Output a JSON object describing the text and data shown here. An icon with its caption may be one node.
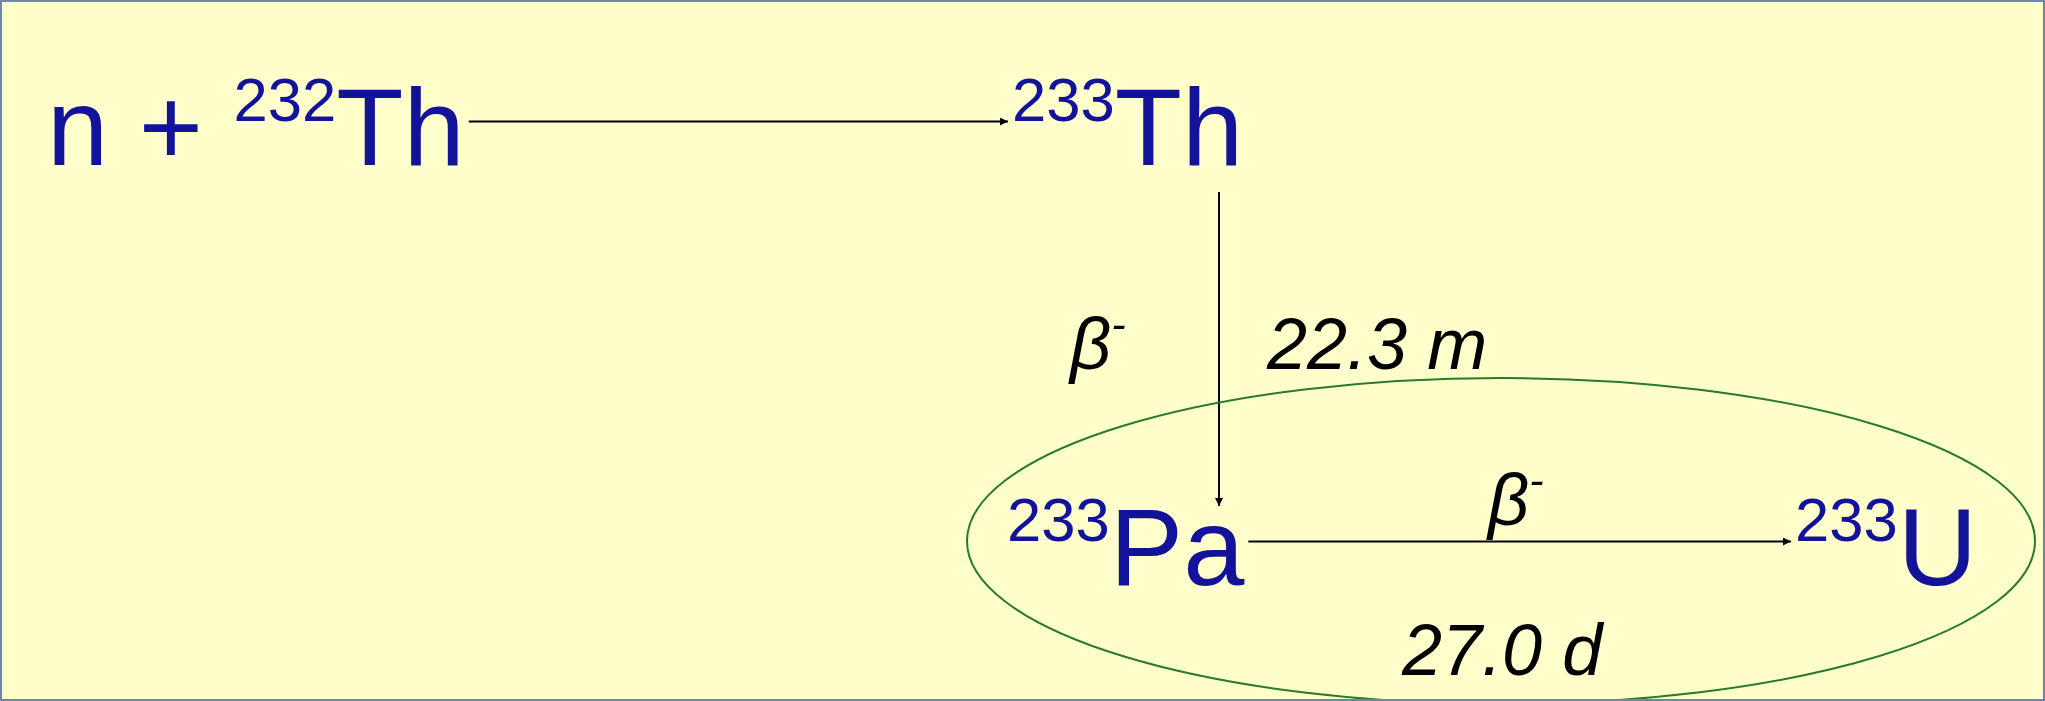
{
  "diagram": {
    "nodes": [
      {
        "text": [
          "n + $^{232}$Th"
        ]
      },
      {
        "text": [
          "$^{233}$Th"
        ],
        "beside": [
          "22.3 m"
        ]
      },
      {
        "text": [],
        "shape": "ellipse"
      },
      {
        "text": [
          "$^{233}$Pa"
        ],
        "in": 2,
        "beside": [
          "27.0 d"
        ]
      },
      {
        "text": [
          "$^{233}$U"
        ],
        "in": 2
      }
    ],
    "edges": [
      {
        "from": 0,
        "to": 1,
        "arrow": "to"
      },
      {
        "from": 1,
        "to": 3,
        "arrow": "to",
        "label": "β$^{-}$"
      },
      {
        "from": 3,
        "to": 4,
        "arrow": "to",
        "label": "β$^{-}$"
      }
    ]
  }
}
